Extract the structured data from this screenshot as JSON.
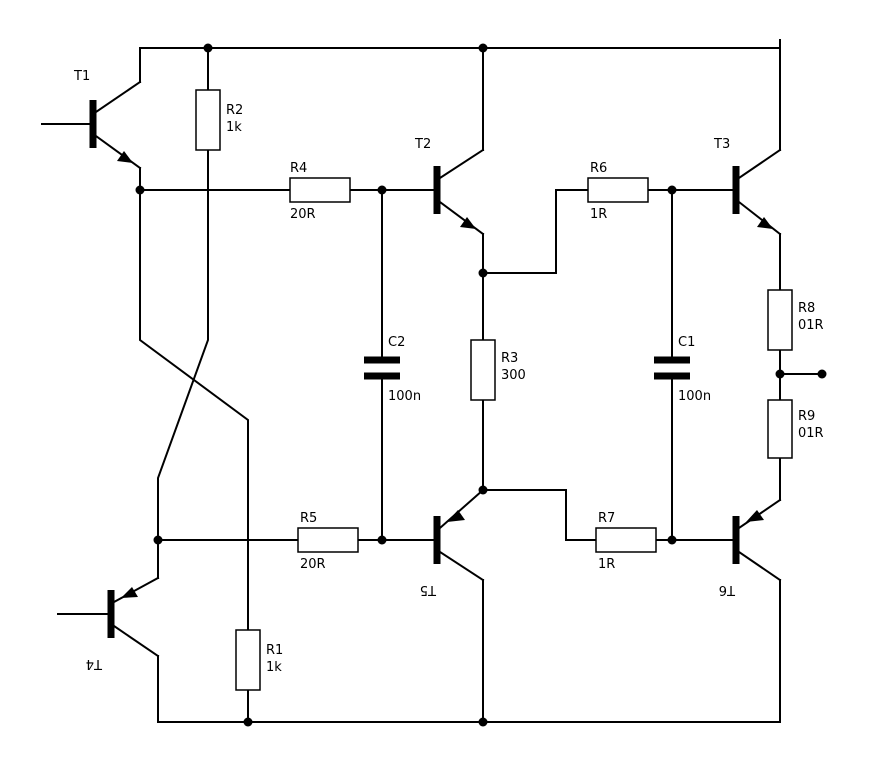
{
  "components": {
    "T1": {
      "name": "T1"
    },
    "T2": {
      "name": "T2"
    },
    "T3": {
      "name": "T3"
    },
    "T4": {
      "name": "T4"
    },
    "T5": {
      "name": "T5"
    },
    "T6": {
      "name": "T6"
    },
    "R1": {
      "name": "R1",
      "value": "1k"
    },
    "R2": {
      "name": "R2",
      "value": "1k"
    },
    "R3": {
      "name": "R3",
      "value": "300"
    },
    "R4": {
      "name": "R4",
      "value": "20R"
    },
    "R5": {
      "name": "R5",
      "value": "20R"
    },
    "R6": {
      "name": "R6",
      "value": "1R"
    },
    "R7": {
      "name": "R7",
      "value": "1R"
    },
    "R8": {
      "name": "R8",
      "value": "01R"
    },
    "R9": {
      "name": "R9",
      "value": "01R"
    },
    "C1": {
      "name": "C1",
      "value": "100n"
    },
    "C2": {
      "name": "C2",
      "value": "100n"
    }
  }
}
